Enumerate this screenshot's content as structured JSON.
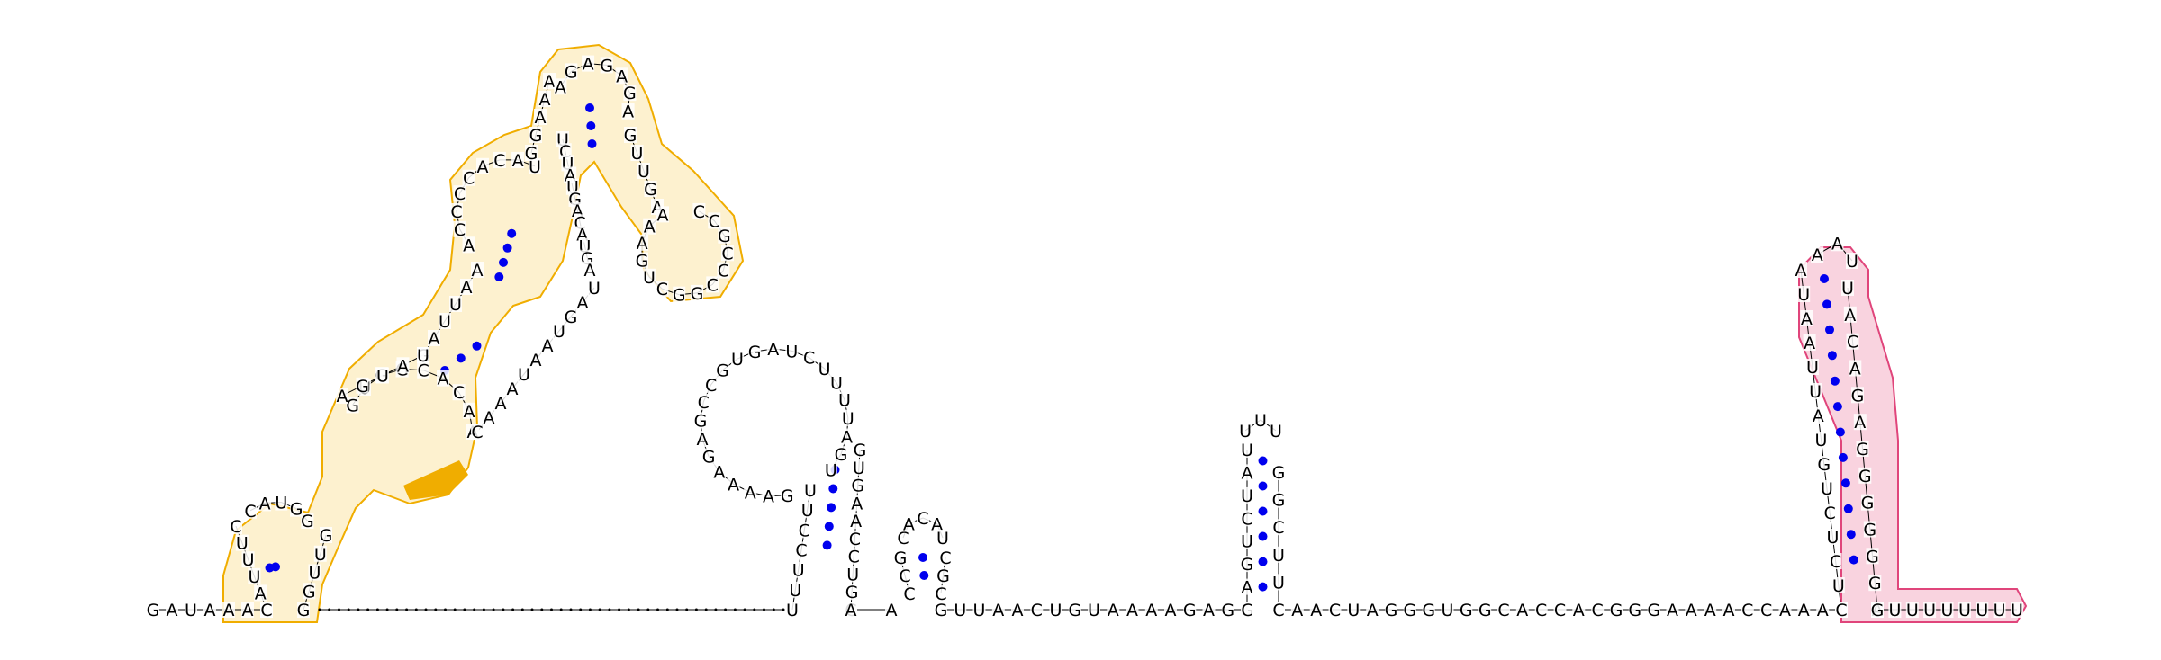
{
  "diagram": {
    "type": "rna-secondary-structure",
    "colors": {
      "base_pair_dot": "#0000ee",
      "backbone": "#000000",
      "region_a_stroke": "#f0ad00",
      "region_a_fill": "#fdf1cf",
      "region_a_highlight": "#f0ad00",
      "region_b_stroke": "#e0457b",
      "region_b_fill": "#f9d3df"
    },
    "segments": {
      "left_tail": "GAUAAAC",
      "h1_stem_up": "CAUUUC",
      "h1_stem_down": "GGUUG",
      "h1_inner": "GUGGCACAA",
      "gap_dashes": ".................................................",
      "hairpin2": "UUUCCUUGAAAAGAGCCGUGAUCUUUUAGUGUGAACCUGC",
      "hairpin3": "CCGCACAUCGC",
      "mid_linker": "GUUAACUGUAAAAGAGG",
      "hairpin4": "CAGUCUAUUUUGGCUUC",
      "right_linker": "CAACUAGGGUGGCACCACGGGAAAACCAAAC",
      "hairpin5_up": "CUCUCUGUAUUAAUA",
      "hairpin5_down": "UACAGAGGGGGGA",
      "right_tail": "GUUUUUUUU"
    }
  }
}
